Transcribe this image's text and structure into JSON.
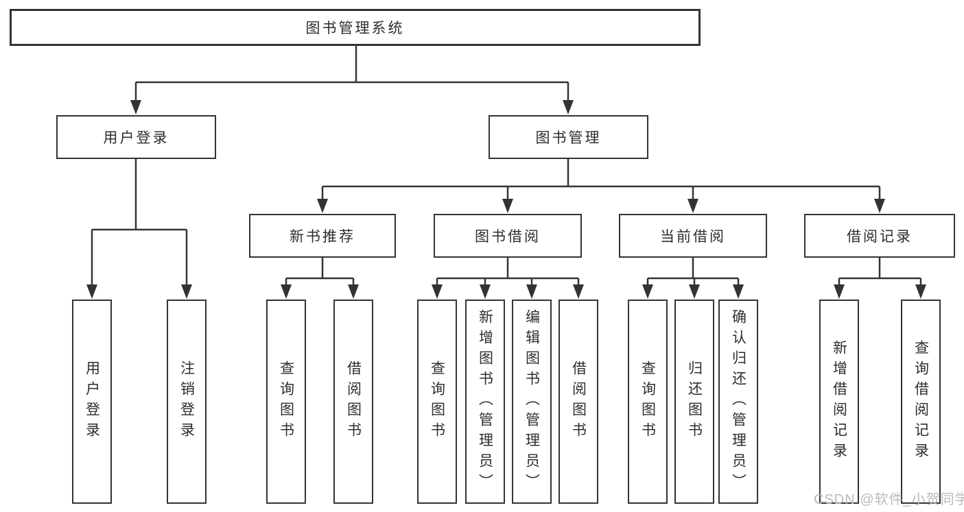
{
  "tree": {
    "root": "图书管理系统",
    "user_login": {
      "label": "用户登录",
      "children": [
        "用户登录",
        "注销登录"
      ]
    },
    "book_mgmt": {
      "label": "图书管理",
      "sections": [
        {
          "label": "新书推荐",
          "children": [
            "查询图书",
            "借阅图书"
          ]
        },
        {
          "label": "图书借阅",
          "children": [
            "查询图书",
            "新增图书（管理员）",
            "编辑图书（管理员）",
            "借阅图书"
          ]
        },
        {
          "label": "当前借阅",
          "children": [
            "查询图书",
            "归还图书",
            "确认归还（管理员）"
          ]
        },
        {
          "label": "借阅记录",
          "children": [
            "新增借阅记录",
            "查询借阅记录"
          ]
        }
      ]
    }
  },
  "watermark": {
    "text": "CSDN @软件_小贺同学"
  },
  "colors": {
    "line": "#333333",
    "box_border": "#333333",
    "text": "#2d2d2d",
    "background": "#ffffff",
    "watermark": "#b9b9b9"
  }
}
